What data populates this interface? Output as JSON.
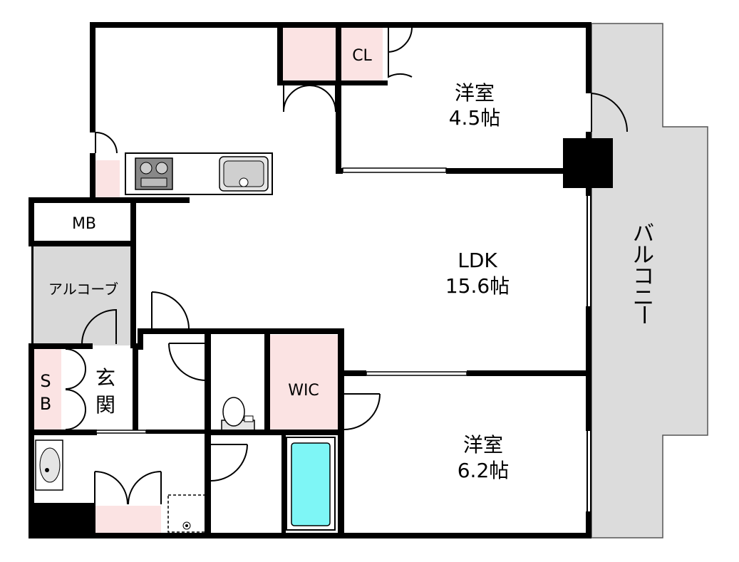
{
  "colors": {
    "wall": "#000000",
    "balcony": "#dcdcdc",
    "alcove": "#d9d9d9",
    "storage": "#fbe3e3",
    "bathtub": "#7ef6f6",
    "floor": "#ffffff"
  },
  "rooms": {
    "western_small": {
      "name": "洋室",
      "size": "4.5帖"
    },
    "ldk": {
      "name": "LDK",
      "size": "15.6帖"
    },
    "western_large": {
      "name": "洋室",
      "size": "6.2帖"
    },
    "closet": "CL",
    "walk_in_closet": "WIC",
    "meter_box": "MB",
    "alcove": "アルコーブ",
    "shoe_box_s": "S",
    "shoe_box_b": "B",
    "entrance_1": "玄",
    "entrance_2": "関",
    "balcony": [
      "バ",
      "ル",
      "コ",
      "ニ",
      "ー"
    ]
  },
  "icons": [
    "stove-icon",
    "sink-icon",
    "toilet-icon",
    "washbasin-icon",
    "bathtub-icon",
    "drain-icon"
  ]
}
